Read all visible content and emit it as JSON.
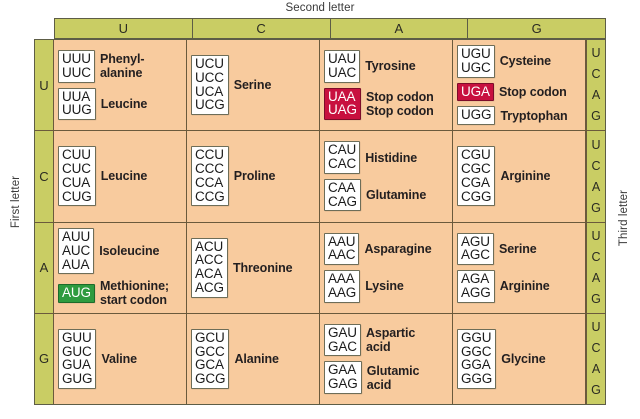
{
  "titles": {
    "second_letter": "Second letter",
    "first_letter": "First letter",
    "third_letter": "Third letter"
  },
  "colors": {
    "header_green": "#c9cd64",
    "cell_orange": "#f8cb9e",
    "stop_red": "#c8103f",
    "start_green": "#2e9b3f",
    "border": "#6b5a3c",
    "codon_box_border": "#6d6d58",
    "codon_box_bg": "#ffffff"
  },
  "column_headers": [
    "U",
    "C",
    "A",
    "G"
  ],
  "row_headers": [
    "U",
    "C",
    "A",
    "G"
  ],
  "third_letters": [
    "U",
    "C",
    "A",
    "G"
  ],
  "rows": [
    {
      "first_letter": "U",
      "cells": [
        {
          "groups": [
            {
              "codons": [
                "UUU",
                "UUC"
              ],
              "label": "Phenyl-\nalanine",
              "style": "plain"
            },
            {
              "codons": [
                "UUA",
                "UUG"
              ],
              "label": "Leucine",
              "style": "plain"
            }
          ]
        },
        {
          "groups": [
            {
              "codons": [
                "UCU",
                "UCC",
                "UCA",
                "UCG"
              ],
              "label": "Serine",
              "style": "plain"
            }
          ]
        },
        {
          "groups": [
            {
              "codons": [
                "UAU",
                "UAC"
              ],
              "label": "Tyrosine",
              "style": "plain"
            },
            {
              "codons": [
                "UAA",
                "UAG"
              ],
              "label": "Stop codon\nStop codon",
              "style": "stop"
            }
          ]
        },
        {
          "groups": [
            {
              "codons": [
                "UGU",
                "UGC"
              ],
              "label": "Cysteine",
              "style": "plain"
            },
            {
              "codons": [
                "UGA"
              ],
              "label": "Stop codon",
              "style": "stop"
            },
            {
              "codons": [
                "UGG"
              ],
              "label": "Tryptophan",
              "style": "plain"
            }
          ]
        }
      ]
    },
    {
      "first_letter": "C",
      "cells": [
        {
          "groups": [
            {
              "codons": [
                "CUU",
                "CUC",
                "CUA",
                "CUG"
              ],
              "label": "Leucine",
              "style": "plain"
            }
          ]
        },
        {
          "groups": [
            {
              "codons": [
                "CCU",
                "CCC",
                "CCA",
                "CCG"
              ],
              "label": "Proline",
              "style": "plain"
            }
          ]
        },
        {
          "groups": [
            {
              "codons": [
                "CAU",
                "CAC"
              ],
              "label": "Histidine",
              "style": "plain"
            },
            {
              "codons": [
                "CAA",
                "CAG"
              ],
              "label": "Glutamine",
              "style": "plain"
            }
          ]
        },
        {
          "groups": [
            {
              "codons": [
                "CGU",
                "CGC",
                "CGA",
                "CGG"
              ],
              "label": "Arginine",
              "style": "plain"
            }
          ]
        }
      ]
    },
    {
      "first_letter": "A",
      "cells": [
        {
          "groups": [
            {
              "codons": [
                "AUU",
                "AUC",
                "AUA"
              ],
              "label": "Isoleucine",
              "style": "plain"
            },
            {
              "codons": [
                "AUG"
              ],
              "label": "Methionine;\nstart codon",
              "style": "start"
            }
          ]
        },
        {
          "groups": [
            {
              "codons": [
                "ACU",
                "ACC",
                "ACA",
                "ACG"
              ],
              "label": "Threonine",
              "style": "plain"
            }
          ]
        },
        {
          "groups": [
            {
              "codons": [
                "AAU",
                "AAC"
              ],
              "label": "Asparagine",
              "style": "plain"
            },
            {
              "codons": [
                "AAA",
                "AAG"
              ],
              "label": "Lysine",
              "style": "plain"
            }
          ]
        },
        {
          "groups": [
            {
              "codons": [
                "AGU",
                "AGC"
              ],
              "label": "Serine",
              "style": "plain"
            },
            {
              "codons": [
                "AGA",
                "AGG"
              ],
              "label": "Arginine",
              "style": "plain"
            }
          ]
        }
      ]
    },
    {
      "first_letter": "G",
      "cells": [
        {
          "groups": [
            {
              "codons": [
                "GUU",
                "GUC",
                "GUA",
                "GUG"
              ],
              "label": "Valine",
              "style": "plain"
            }
          ]
        },
        {
          "groups": [
            {
              "codons": [
                "GCU",
                "GCC",
                "GCA",
                "GCG"
              ],
              "label": "Alanine",
              "style": "plain"
            }
          ]
        },
        {
          "groups": [
            {
              "codons": [
                "GAU",
                "GAC"
              ],
              "label": "Aspartic\nacid",
              "style": "plain"
            },
            {
              "codons": [
                "GAA",
                "GAG"
              ],
              "label": "Glutamic\nacid",
              "style": "plain"
            }
          ]
        },
        {
          "groups": [
            {
              "codons": [
                "GGU",
                "GGC",
                "GGA",
                "GGG"
              ],
              "label": "Glycine",
              "style": "plain"
            }
          ]
        }
      ]
    }
  ]
}
